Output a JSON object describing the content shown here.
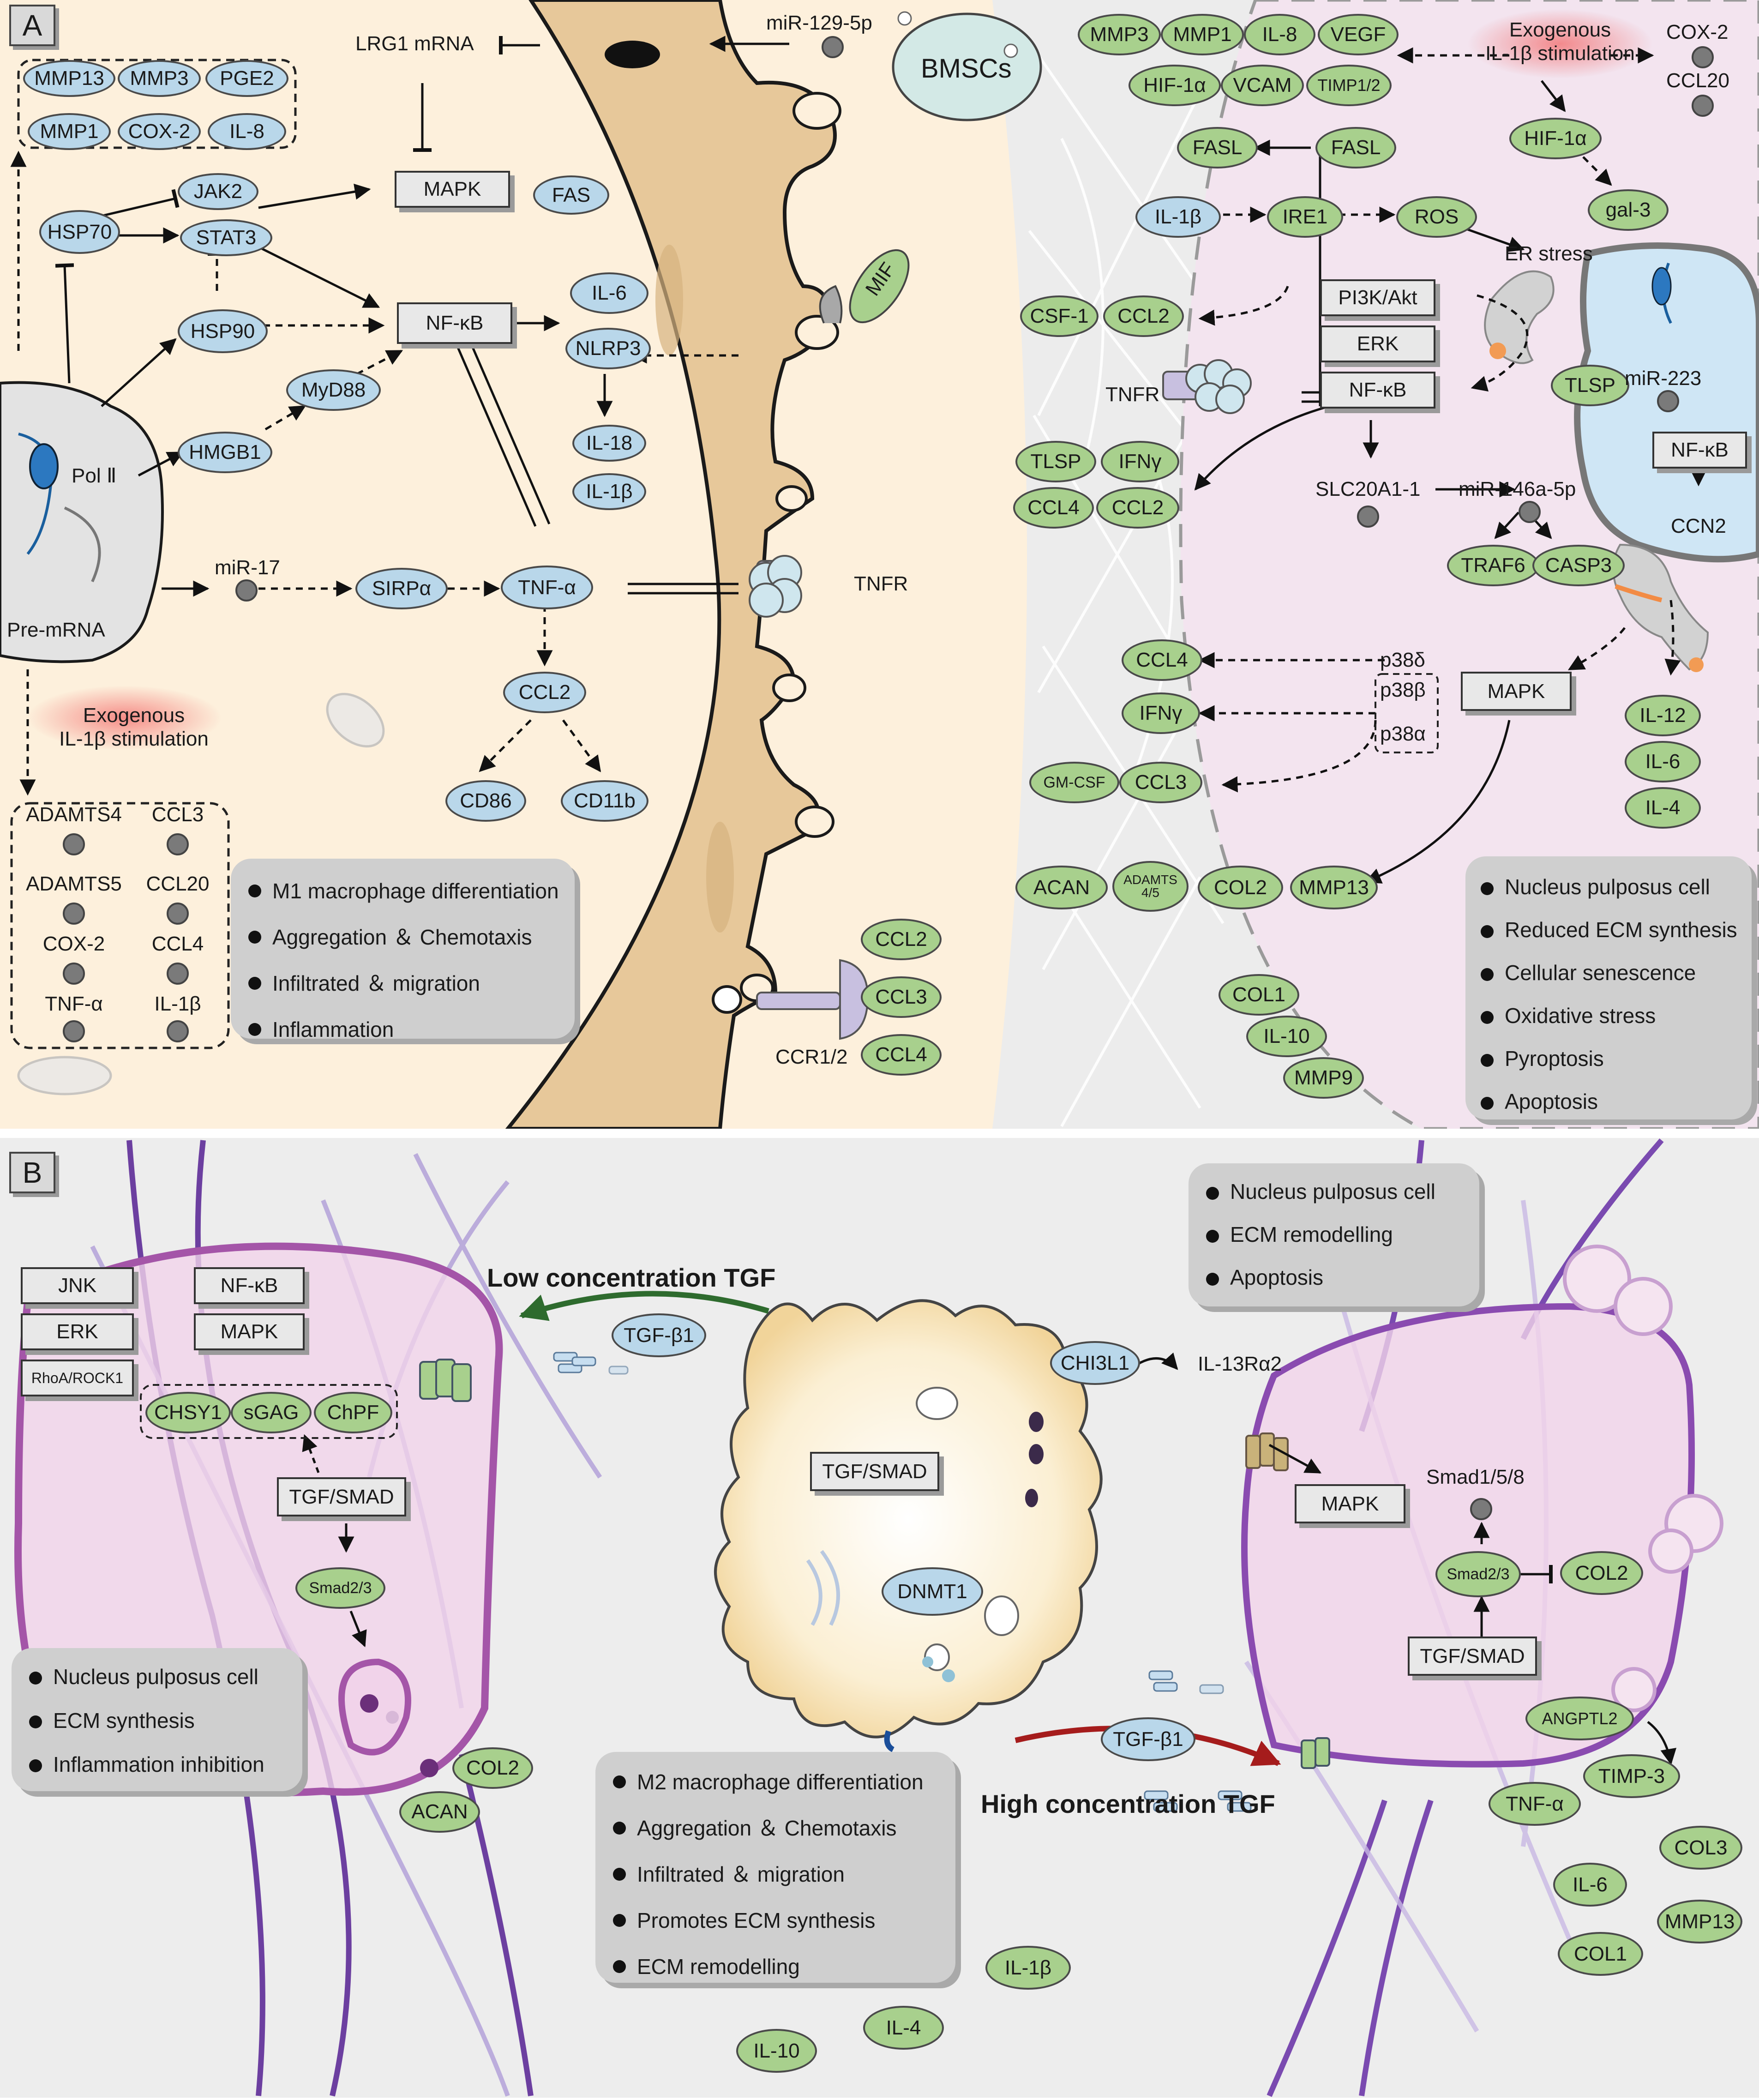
{
  "panel_a": {
    "tag": "A",
    "left": {
      "top_group": [
        "MMP13",
        "MMP3",
        "PGE2",
        "MMP1",
        "COX-2",
        "IL-8"
      ],
      "lrg1_mrna": "LRG1 mRNA",
      "mapk": "MAPK",
      "fas": "FAS",
      "jak2": "JAK2",
      "stat3": "STAT3",
      "hsp70": "HSP70",
      "hsp90": "HSP90",
      "nfkb": "NF-κB",
      "il6": "IL-6",
      "nlrp3": "NLRP3",
      "myd88": "MyD88",
      "hmgb1": "HMGB1",
      "il18": "IL-18",
      "il1b": "IL-1β",
      "pol2": "Pol Ⅱ",
      "pre_mrna": "Pre-mRNA",
      "mir17": "miR-17",
      "sirpa": "SIRPα",
      "tnfa": "TNF-α",
      "ccl2": "CCL2",
      "cd86": "CD86",
      "cd11b": "CD11b",
      "stimulation": "Exogenous\nIL-1β stimulation",
      "dashed_group": [
        "ADAMTS4",
        "CCL3",
        "ADAMTS5",
        "CCL20",
        "COX-2",
        "CCL4",
        "TNF-α",
        "IL-1β"
      ],
      "outcomes": [
        "M1 macrophage differentiation",
        "Aggregation ＆ Chemotaxis",
        "Infiltrated ＆ migration",
        "Inflammation"
      ]
    },
    "middle": {
      "mir129": "miR-129-5p",
      "bmscs": "BMSCs",
      "mif": "MIF",
      "tnfr": "TNFR",
      "ccr": "CCR1/2",
      "ccls": [
        "CCL2",
        "CCL3",
        "CCL4"
      ]
    },
    "right": {
      "top_row1": [
        "MMP3",
        "MMP1",
        "IL-8",
        "VEGF"
      ],
      "top_row2": [
        "HIF-1α",
        "VCAM",
        "TIMP1/2"
      ],
      "stimulation": "Exogenous\nIL-1β stimulation",
      "cox2": "COX-2",
      "ccl20": "CCL20",
      "hif": "HIF-1α",
      "gal3": "gal-3",
      "fasl_a": "FASL",
      "fasl_b": "FASL",
      "il1b": "IL-1β",
      "ire1": "IRE1",
      "ros": "ROS",
      "er_stress": "ER stress",
      "pi3k": "PI3K/Akt",
      "erk": "ERK",
      "nfkb": "NF-κB",
      "csf1": "CSF-1",
      "ccl2": "CCL2",
      "tnfr": "TNFR",
      "tlsp_cell": "TLSP",
      "mir223": "miR-223",
      "nfkb2": "NF-κB",
      "ccn2": "CCN2",
      "tlsp": "TLSP",
      "ifng": "IFNγ",
      "ccl4": "CCL4",
      "ccl2b": "CCL2",
      "slc": "SLC20A1-1",
      "mir146": "miR-146a-5p",
      "traf6": "TRAF6",
      "casp3": "CASP3",
      "p38d": "p38δ",
      "p38b": "p38β",
      "p38a": "p38α",
      "ccl4b": "CCL4",
      "ifngb": "IFNγ",
      "gmcsf": "GM-CSF",
      "ccl3": "CCL3",
      "mapk": "MAPK",
      "il12": "IL-12",
      "il6": "IL-6",
      "il4": "IL-4",
      "acan": "ACAN",
      "adamts": "ADAMTS\n4/5",
      "col2": "COL2",
      "mmp13": "MMP13",
      "col1": "COL1",
      "il10": "IL-10",
      "mmp9": "MMP9",
      "outcomes": [
        "Nucleus pulposus cell",
        "Reduced ECM synthesis",
        "Cellular senescence",
        "Oxidative stress",
        "Pyroptosis",
        "Apoptosis"
      ]
    }
  },
  "panel_b": {
    "tag": "B",
    "left": {
      "jnk": "JNK",
      "nfkb": "NF-κB",
      "erk": "ERK",
      "mapk": "MAPK",
      "rhoa": "RhoA/ROCK1",
      "chsy1": "CHSY1",
      "sgag": "sGAG",
      "chpf": "ChPF",
      "tgfsmad": "TGF/SMAD",
      "smad23": "Smad2/3",
      "col2": "COL2",
      "acan": "ACAN",
      "outcomes": [
        "Nucleus pulposus cell",
        "ECM synthesis",
        "Inflammation inhibition"
      ]
    },
    "middle": {
      "low_tgf": "Low concentration TGF",
      "tgfb1_top": "TGF-β1",
      "tgfsmad": "TGF/SMAD",
      "dnmt1": "DNMT1",
      "chi3l1": "CHI3L1",
      "il13": "IL-13Rα2",
      "tgfb1_bottom": "TGF-β1",
      "high_tgf": "High concentration TGF",
      "outcomes": [
        "M2 macrophage differentiation",
        "Aggregation ＆ Chemotaxis",
        "Infiltrated ＆ migration",
        "Promotes ECM synthesis",
        "ECM remodelling"
      ],
      "il1b": "IL-1β",
      "il10": "IL-10",
      "il4": "IL-4"
    },
    "right": {
      "outcomes": [
        "Nucleus pulposus cell",
        "ECM remodelling",
        "Apoptosis"
      ],
      "mapk": "MAPK",
      "smad158": "Smad1/5/8",
      "smad23": "Smad2/3",
      "col2": "COL2",
      "tgfsmad": "TGF/SMAD",
      "angptl2": "ANGPTL2",
      "timp3": "TIMP-3",
      "tnfa": "TNF-α",
      "col3": "COL3",
      "il6": "IL-6",
      "mmp13": "MMP13",
      "col1": "COL1"
    }
  },
  "colors": {
    "blue_node": "#b9d7ea",
    "green_node": "#a8d08d",
    "peach_bg": "#fdf0dc",
    "pink_bg": "#f3e4ef",
    "gray_bg": "#ececec",
    "membrane": "#e7c89a",
    "purple": "#8a4bb0",
    "red_arrow": "#a51c1c",
    "green_arrow": "#2e6b2e"
  }
}
